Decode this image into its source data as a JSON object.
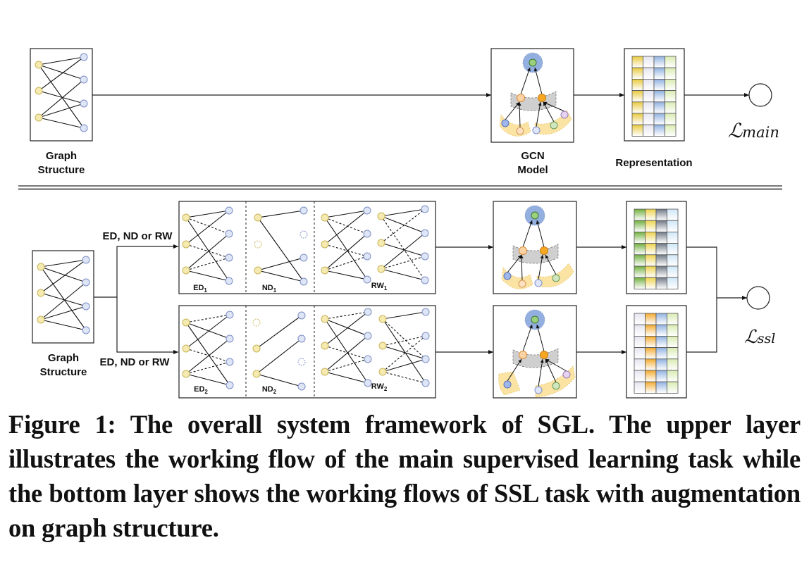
{
  "figure": {
    "upper": {
      "graph_label_line1": "Graph",
      "graph_label_line2": "Structure",
      "gcn_label_line1": "GCN",
      "gcn_label_line2": "Model",
      "representation_label": "Representation",
      "loss_symbol": "ℒ",
      "loss_subscript": "main",
      "representation_colors": [
        "#e8c93a",
        "#e4e4f0",
        "#8fb0e0",
        "#d9ebb0"
      ]
    },
    "lower": {
      "graph_label_line1": "Graph",
      "graph_label_line2": "Structure",
      "branch_top_label": "ED, ND or RW",
      "branch_bottom_label": "ED, ND or RW",
      "view1_labels": {
        "ed": "ED",
        "ed_sub": "1",
        "nd": "ND",
        "nd_sub": "1",
        "rw": "RW",
        "rw_sub": "1"
      },
      "view2_labels": {
        "ed": "ED",
        "ed_sub": "2",
        "nd": "ND",
        "nd_sub": "2",
        "rw": "RW",
        "rw_sub": "2"
      },
      "rep1_colors": [
        "#6fae3c",
        "#ecd24a",
        "#6d7784",
        "#cfe6f7"
      ],
      "rep2_colors": [
        "#e4e4f0",
        "#f2a92b",
        "#8fb0e0",
        "#d9ebb0"
      ],
      "loss_symbol": "ℒ",
      "loss_subscript": "ssl"
    },
    "node_colors": {
      "user": "#f5eab0",
      "user_stroke": "#c9b458",
      "item": "#dde5f7",
      "item_stroke": "#7d8fc4"
    }
  },
  "caption": "Figure 1: The overall system framework of SGL. The upper layer illustrates the working flow of the main supervised learning task while the bottom layer shows the working flows of SSL task with augmentation on graph structure."
}
